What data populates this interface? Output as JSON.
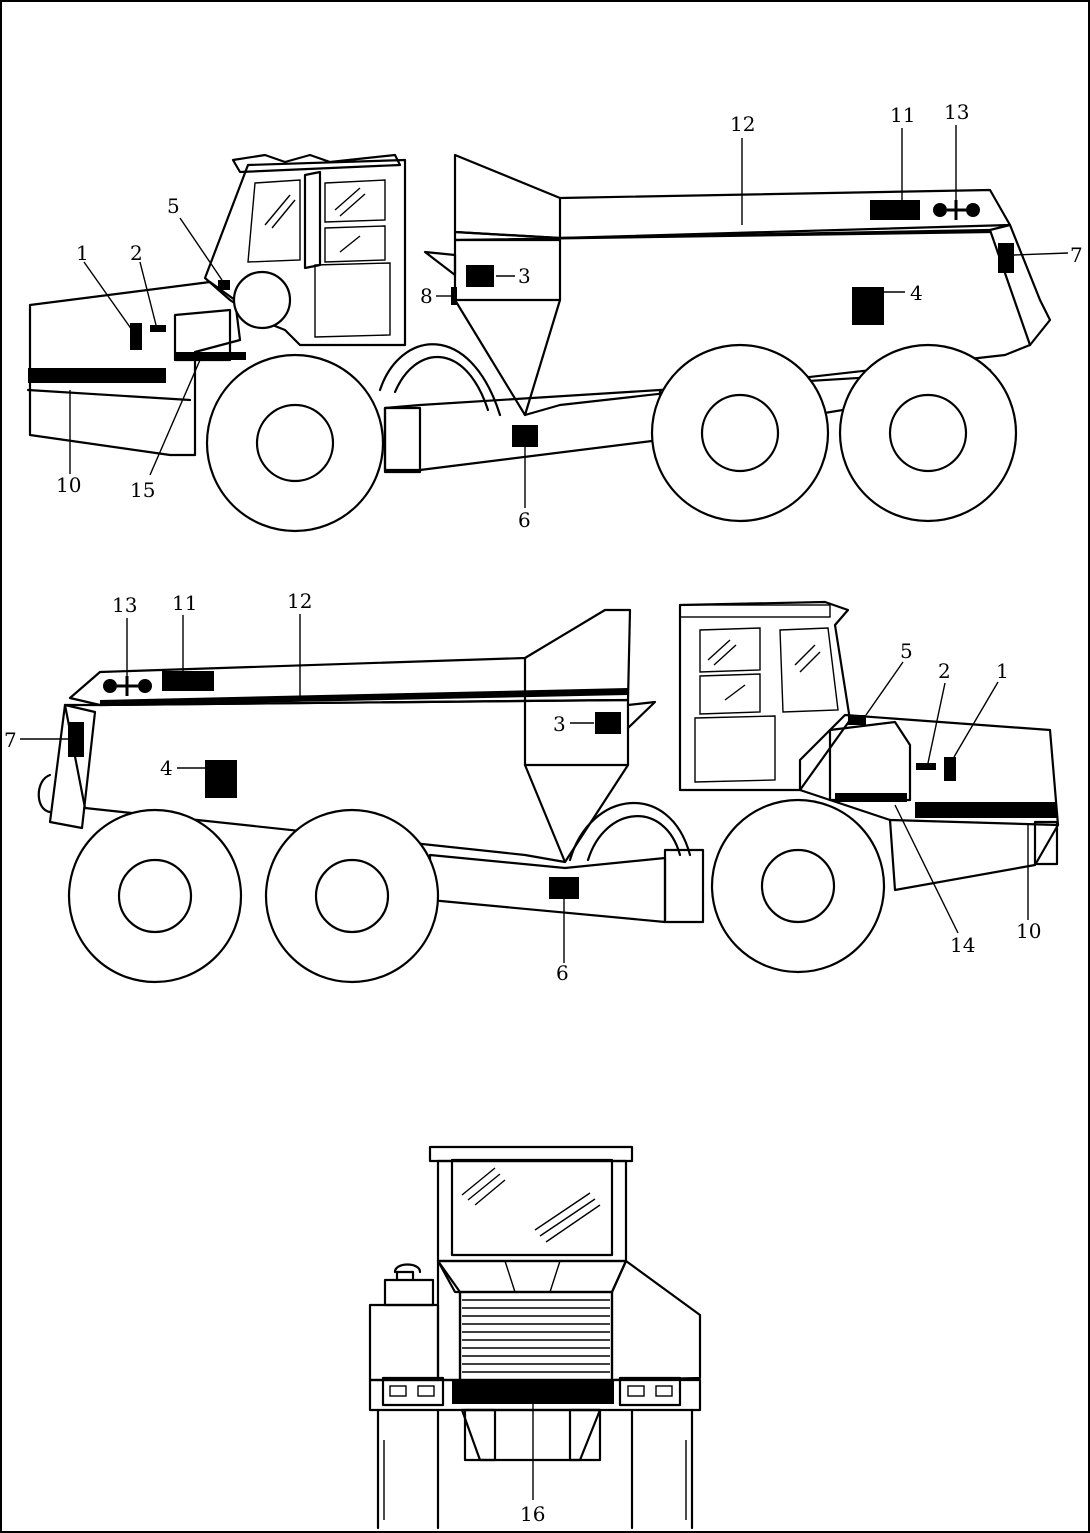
{
  "diagram": {
    "views": [
      {
        "id": "right-side",
        "callouts": [
          "1",
          "2",
          "3",
          "4",
          "5",
          "6",
          "7",
          "8",
          "10",
          "11",
          "12",
          "13",
          "15"
        ]
      },
      {
        "id": "left-side",
        "callouts": [
          "1",
          "2",
          "3",
          "4",
          "5",
          "6",
          "7",
          "10",
          "11",
          "12",
          "13",
          "14"
        ]
      },
      {
        "id": "front",
        "callouts": [
          "16"
        ]
      }
    ],
    "labels": {
      "v1_1": "1",
      "v1_2": "2",
      "v1_3": "3",
      "v1_4": "4",
      "v1_5": "5",
      "v1_6": "6",
      "v1_7": "7",
      "v1_8": "8",
      "v1_10": "10",
      "v1_11": "11",
      "v1_12": "12",
      "v1_13": "13",
      "v1_15": "15",
      "v2_1": "1",
      "v2_2": "2",
      "v2_3": "3",
      "v2_4": "4",
      "v2_5": "5",
      "v2_6": "6",
      "v2_7": "7",
      "v2_10": "10",
      "v2_11": "11",
      "v2_12": "12",
      "v2_13": "13",
      "v2_14": "14",
      "v3_16": "16"
    }
  }
}
